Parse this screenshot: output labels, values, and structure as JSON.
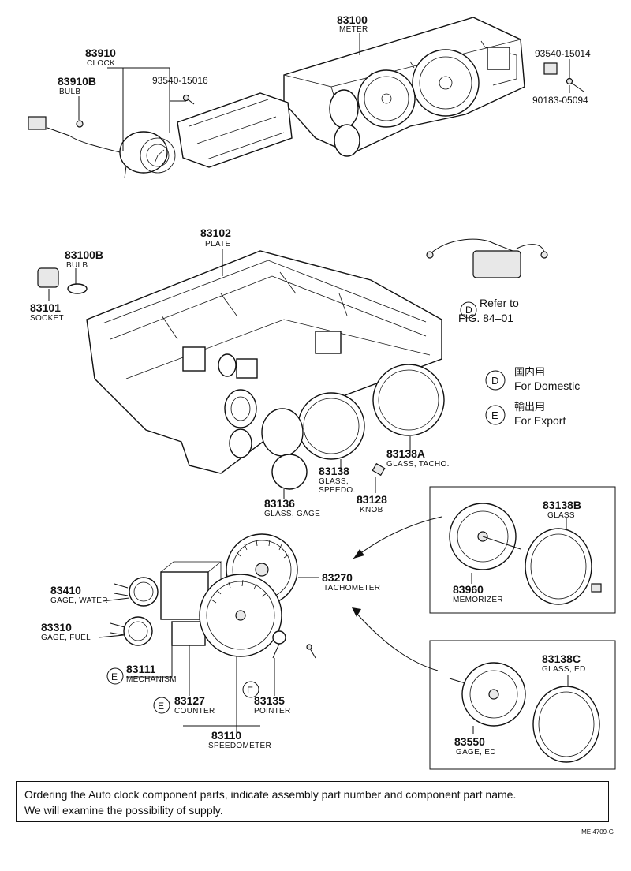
{
  "parts": {
    "meter": {
      "number": "83100",
      "name": "METER"
    },
    "clock": {
      "number": "83910",
      "name": "CLOCK"
    },
    "clock_bulb": {
      "number": "83910B",
      "name": "BULB"
    },
    "screw_top": {
      "number": "93540-15016"
    },
    "screw_right": {
      "number": "93540-15014"
    },
    "clip_right": {
      "number": "90183-05094"
    },
    "plate": {
      "number": "83102",
      "name": "PLATE"
    },
    "bulb": {
      "number": "83100B",
      "name": "BULB"
    },
    "socket": {
      "number": "83101",
      "name": "SOCKET"
    },
    "glass_tacho": {
      "number": "83138A",
      "name": "GLASS, TACHO."
    },
    "glass_speedo": {
      "number": "83138",
      "name_line1": "GLASS,",
      "name_line2": "SPEEDO."
    },
    "knob": {
      "number": "83128",
      "name": "KNOB"
    },
    "glass_gage": {
      "number": "83136",
      "name": "GLASS, GAGE"
    },
    "glass_b": {
      "number": "83138B",
      "name": "GLASS"
    },
    "memorizer": {
      "number": "83960",
      "name": "MEMORIZER"
    },
    "tachometer": {
      "number": "83270",
      "name": "TACHOMETER"
    },
    "gage_water": {
      "number": "83410",
      "name": "GAGE, WATER"
    },
    "gage_fuel": {
      "number": "83310",
      "name": "GAGE, FUEL"
    },
    "mechanism": {
      "number": "83111",
      "name": "MECHANISM",
      "region": "E"
    },
    "counter": {
      "number": "83127",
      "name": "COUNTER",
      "region": "E"
    },
    "pointer": {
      "number": "83135",
      "name": "POINTER",
      "region": "E"
    },
    "speedometer": {
      "number": "83110",
      "name": "SPEEDOMETER"
    },
    "glass_ed": {
      "number": "83138C",
      "name": "GLASS, ED"
    },
    "gage_ed": {
      "number": "83550",
      "name": "GAGE, ED"
    }
  },
  "refer": {
    "region": "D",
    "line1": "Refer to",
    "line2": "FIG. 84–01"
  },
  "legend": [
    {
      "region": "D",
      "jp": "国内用",
      "en": "For Domestic"
    },
    {
      "region": "E",
      "jp": "輸出用",
      "en": "For Export"
    }
  ],
  "note": {
    "line1": "Ordering the Auto clock component parts, indicate assembly part number and component part name.",
    "line2": "We will examine the possibility of supply."
  },
  "figure_code": "ME 4709-G"
}
